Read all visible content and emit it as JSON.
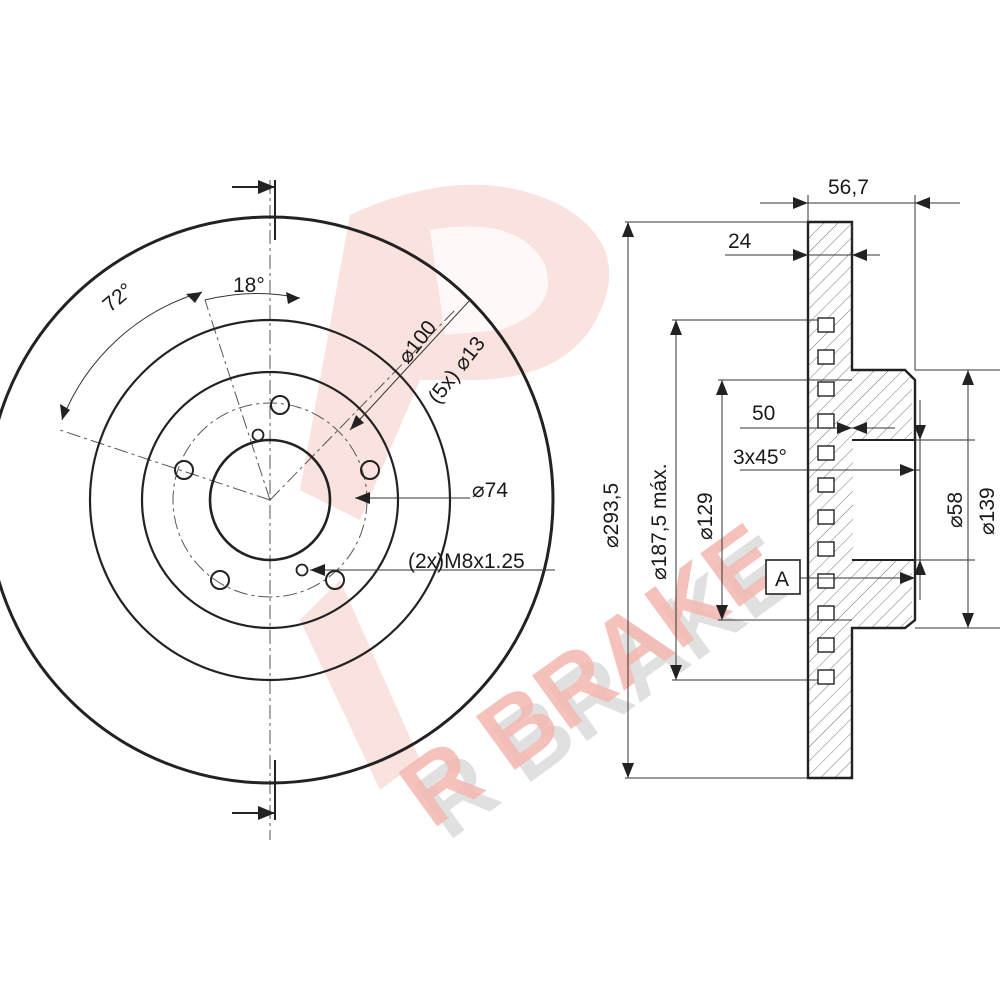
{
  "watermark": {
    "brand_text": "R BRAKE",
    "color_main": "#f2b8b0",
    "color_shadow": "#c8c8c8"
  },
  "front_view": {
    "angle_outer": "72°",
    "angle_inner": "18°",
    "pcd": "⌀100",
    "bolt_holes": "(5x) ⌀13",
    "center_bore": "⌀74",
    "threaded_holes": "(2x)M8x1.25"
  },
  "side_view": {
    "total_height": "56,7",
    "disc_thickness": "24",
    "hub_depth": "50",
    "chamfer": "3x45°",
    "outer_diameter": "⌀293,5",
    "braking_surface": "⌀187,5 máx.",
    "hub_diameter": "⌀129",
    "bore_diameter": "⌀58",
    "hat_diameter": "⌀139",
    "datum": "A"
  },
  "colors": {
    "line": "#222222",
    "hatch": "#777777"
  }
}
